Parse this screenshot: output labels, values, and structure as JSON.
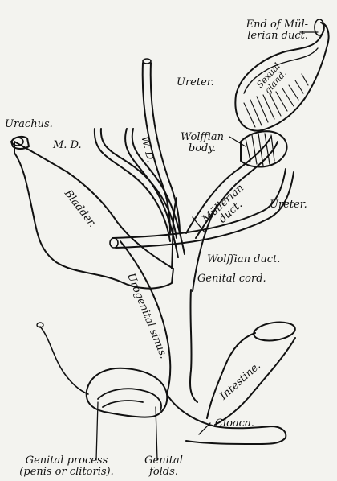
{
  "labels": {
    "end_mullerian_line1": "End of Mül-",
    "end_mullerian_line2": "lerian duct.",
    "sexual_gland_line1": "Sexual",
    "sexual_gland_line2": "gland.",
    "ureter_top": "Ureter.",
    "urachus": "Urachus.",
    "md": "M. D.",
    "wd": "W. D.",
    "wolffian_body_line1": "Wolffian",
    "wolffian_body_line2": "body.",
    "bladder": "Bladder.",
    "mullerian_duct_line1": "Müllerian",
    "mullerian_duct_line2": "duct.",
    "ureter_right": "Ureter.",
    "wolffian_duct": "Wolffian duct.",
    "genital_cord": "Genital cord.",
    "urogenital_sinus": "Urogenital sinus.",
    "intestine": "Intestine.",
    "cloaca": "Cloaca.",
    "genital_process_line1": "Genital process",
    "genital_process_line2": "(penis or clitoris).",
    "genital_folds_line1": "Genital",
    "genital_folds_line2": "folds."
  }
}
